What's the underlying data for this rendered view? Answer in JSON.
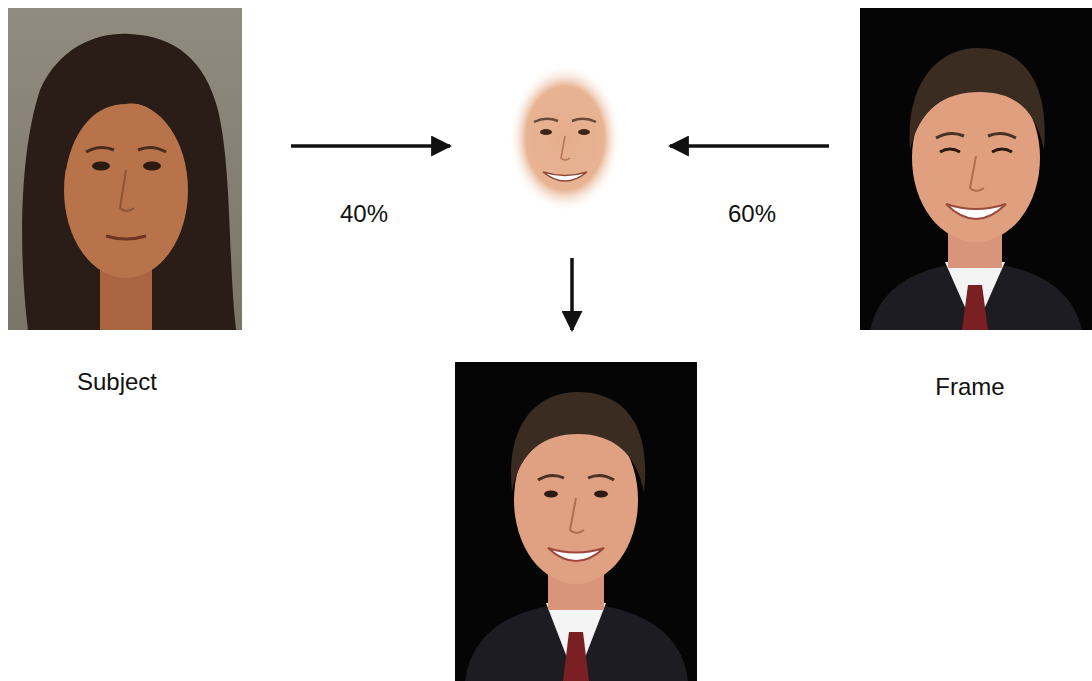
{
  "diagram": {
    "nodes": [
      {
        "text": [
          "Subject"
        ]
      },
      {
        "text": [
          "Frame"
        ]
      }
    ],
    "labels": [
      "40%",
      "60%"
    ]
  }
}
